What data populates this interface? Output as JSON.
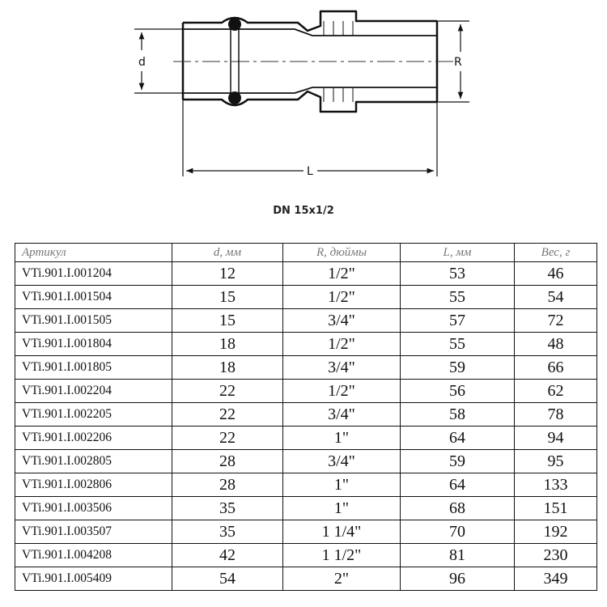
{
  "drawing": {
    "dim_d": "d",
    "dim_R": "R",
    "dim_L": "L"
  },
  "caption": "DN 15x1/2",
  "table": {
    "headers": [
      "Артикул",
      "d, мм",
      "R, дюймы",
      "L, мм",
      "Вес, г"
    ],
    "rows": [
      [
        "VTi.901.I.001204",
        "12",
        "1/2\"",
        "53",
        "46"
      ],
      [
        "VTi.901.I.001504",
        "15",
        "1/2\"",
        "55",
        "54"
      ],
      [
        "VTi.901.I.001505",
        "15",
        "3/4\"",
        "57",
        "72"
      ],
      [
        "VTi.901.I.001804",
        "18",
        "1/2\"",
        "55",
        "48"
      ],
      [
        "VTi.901.I.001805",
        "18",
        "3/4\"",
        "59",
        "66"
      ],
      [
        "VTi.901.I.002204",
        "22",
        "1/2\"",
        "56",
        "62"
      ],
      [
        "VTi.901.I.002205",
        "22",
        "3/4\"",
        "58",
        "78"
      ],
      [
        "VTi.901.I.002206",
        "22",
        "1\"",
        "64",
        "94"
      ],
      [
        "VTi.901.I.002805",
        "28",
        "3/4\"",
        "59",
        "95"
      ],
      [
        "VTi.901.I.002806",
        "28",
        "1\"",
        "64",
        "133"
      ],
      [
        "VTi.901.I.003506",
        "35",
        "1\"",
        "68",
        "151"
      ],
      [
        "VTi.901.I.003507",
        "35",
        "1 1/4\"",
        "70",
        "192"
      ],
      [
        "VTi.901.I.004208",
        "42",
        "1 1/2\"",
        "81",
        "230"
      ],
      [
        "VTi.901.I.005409",
        "54",
        "2\"",
        "96",
        "349"
      ]
    ]
  }
}
